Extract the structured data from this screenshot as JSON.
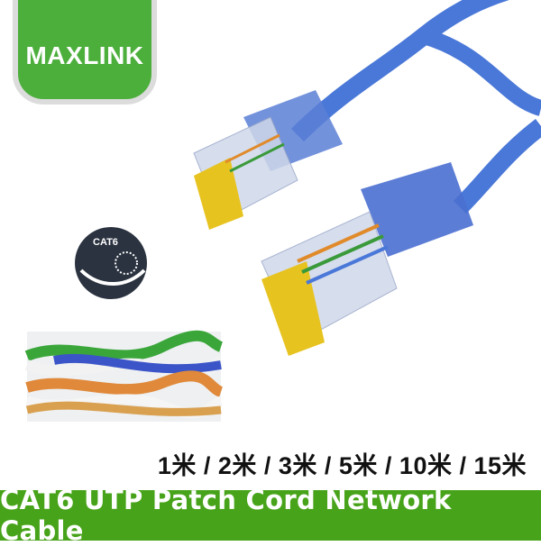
{
  "brand": {
    "name": "MAXLINK",
    "color": "#4caf3c"
  },
  "badge": {
    "label": "CAT6"
  },
  "lengths": "1米 / 2米 / 3米 / 5米 / 10米 / 15米",
  "title_band": {
    "text": "CAT6 UTP Patch Cord Network Cable",
    "color": "#47a31a"
  },
  "cable_color": "#4a78d8"
}
